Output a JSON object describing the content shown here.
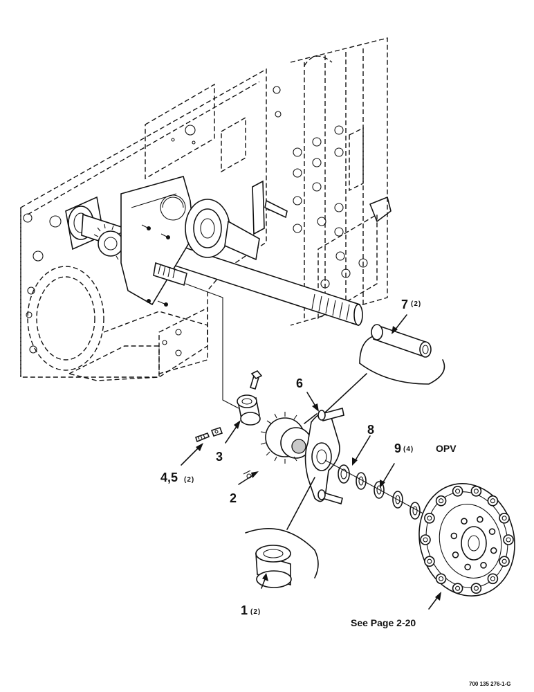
{
  "callouts": [
    {
      "id": "1",
      "number": "1",
      "qty": "(2)"
    },
    {
      "id": "2",
      "number": "2",
      "qty": ""
    },
    {
      "id": "3",
      "number": "3",
      "qty": ""
    },
    {
      "id": "45",
      "number": "4,5",
      "qty": "(2)"
    },
    {
      "id": "6",
      "number": "6",
      "qty": ""
    },
    {
      "id": "7",
      "number": "7",
      "qty": "(2)"
    },
    {
      "id": "8",
      "number": "8",
      "qty": ""
    },
    {
      "id": "9",
      "number": "9",
      "qty": "(4)"
    }
  ],
  "option_label": "OPV",
  "reference_note": "See Page 2-20",
  "drawing_number": "700 135 276-1-G"
}
